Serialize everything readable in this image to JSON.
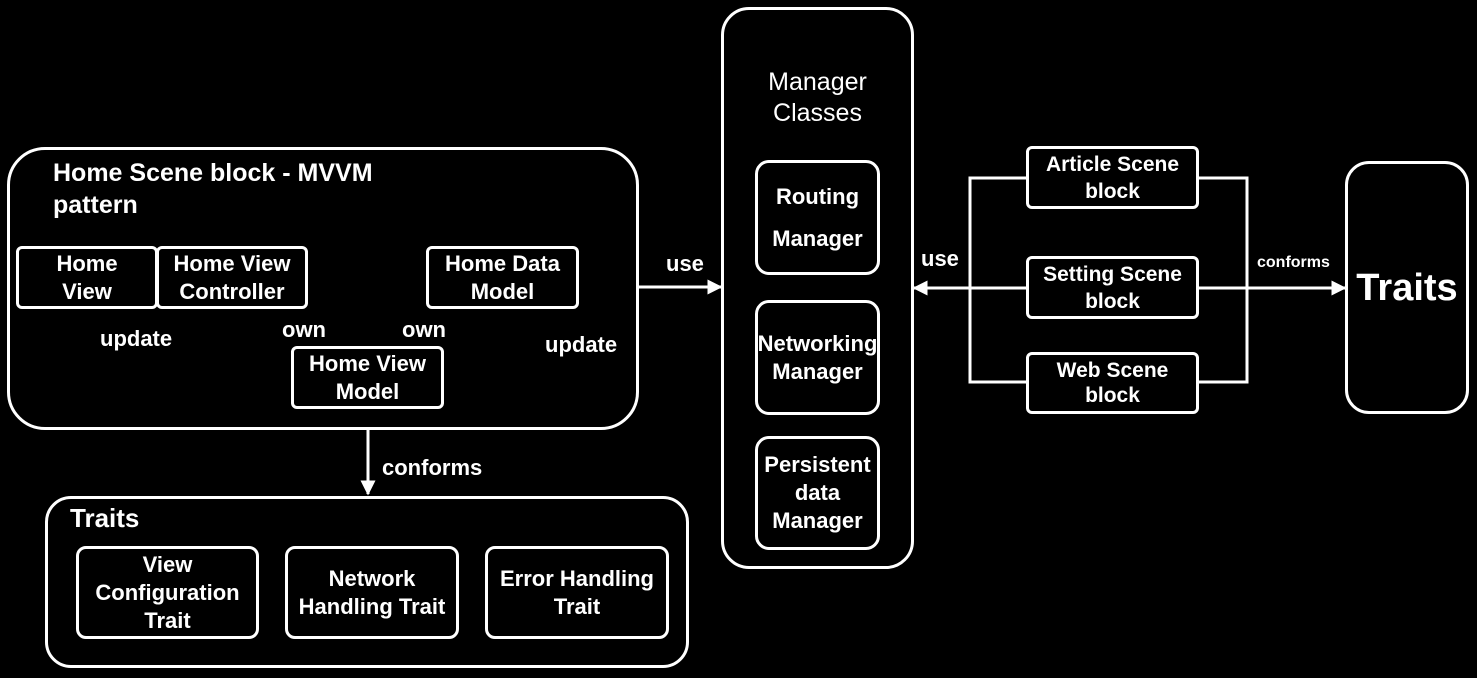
{
  "home_scene": {
    "title": "Home Scene block - MVVM\npattern",
    "home_view": "Home\nView",
    "home_view_controller": "Home View\nController",
    "home_data_model": "Home Data\nModel",
    "home_view_model": "Home View\nModel",
    "label_update_left": "update",
    "label_own_left": "own",
    "label_own_right": "own",
    "label_update_right": "update"
  },
  "label_conforms_bottom": "conforms",
  "traits_panel": {
    "title": "Traits",
    "items": [
      "View\nConfiguration\nTrait",
      "Network\nHandling Trait",
      "Error Handling\nTrait"
    ]
  },
  "label_use_left": "use",
  "manager_classes": {
    "title": "Manager\nClasses",
    "items": [
      "Routing\n\nManager",
      "Networking\nManager",
      "Persistent\ndata\nManager"
    ]
  },
  "label_use_right": "use",
  "scene_blocks": [
    "Article Scene\nblock",
    "Setting Scene\nblock",
    "Web Scene\nblock"
  ],
  "label_conforms_right": "conforms",
  "traits_right": "Traits"
}
